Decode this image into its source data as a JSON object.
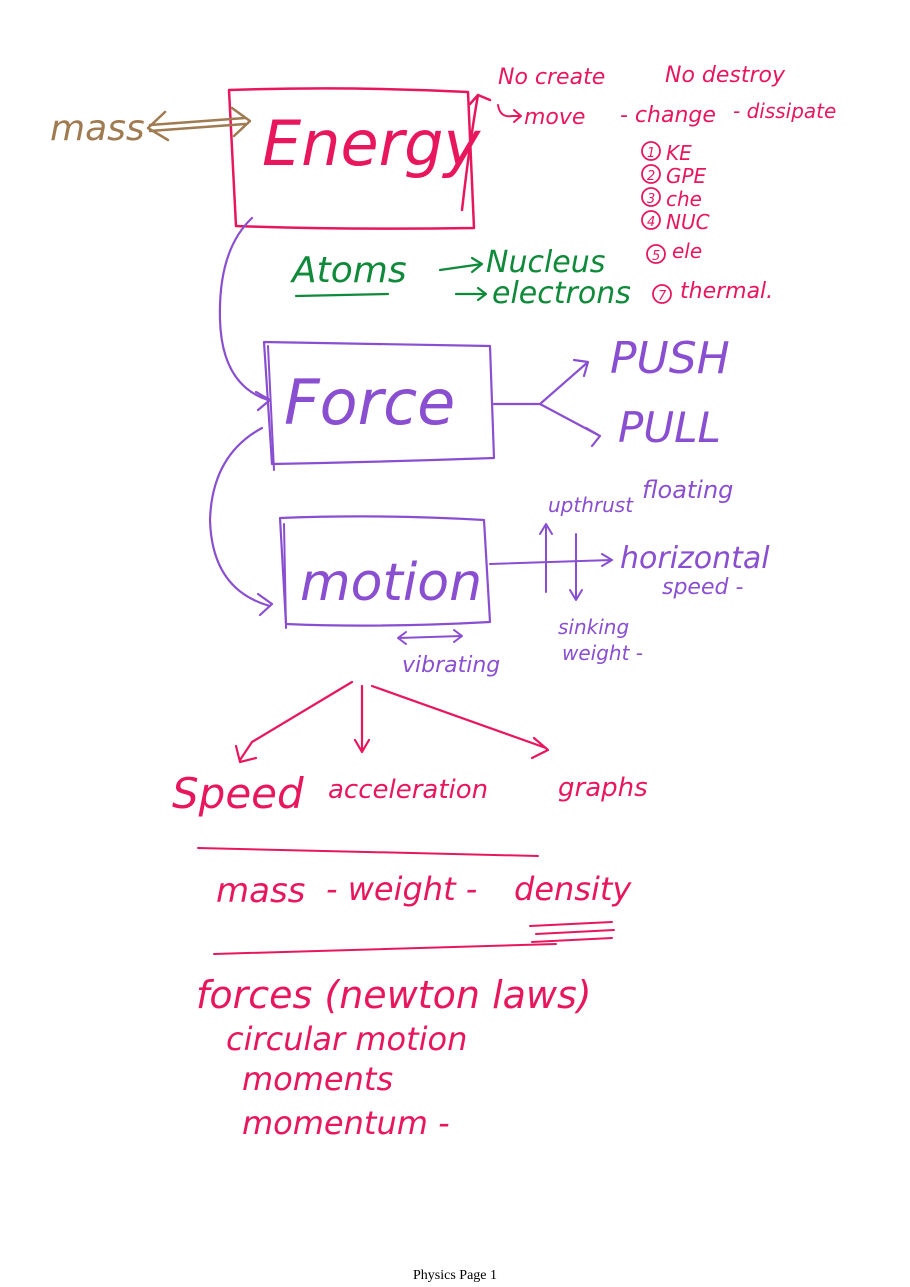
{
  "colors": {
    "pink": "#e8175d",
    "purple": "#8a4fd0",
    "green": "#0f8a3a",
    "brown": "#a07a50"
  },
  "notes": {
    "mass_left": "mass",
    "energy": "Energy",
    "energy_notes": {
      "no_create": "No create",
      "no_destroy": "No destroy",
      "move": "move",
      "change": "- change",
      "dissipate": "- dissipate",
      "list": [
        "KE",
        "GPE",
        "che",
        "NUC",
        "ele",
        "thermal."
      ],
      "list_numbers": [
        "1",
        "2",
        "3",
        "4",
        "5",
        "7"
      ]
    },
    "atoms": "Atoms",
    "nucleus": "Nucleus",
    "electrons": "electrons",
    "force": "Force",
    "push": "PUSH",
    "pull": "PULL",
    "motion": "motion",
    "upthrust": "upthrust",
    "floating": "floating",
    "horizontal": "horizontal",
    "speed_side": "speed -",
    "sinking": "sinking",
    "weight_side": "weight -",
    "vibrating": "vibrating",
    "speed": "Speed",
    "acceleration": "acceleration",
    "graphs": "graphs",
    "mass_weight_density": {
      "mass": "mass",
      "weight": "- weight -",
      "density": "density"
    },
    "forces": "forces (newton laws)",
    "circular": "circular motion",
    "moments": "moments",
    "momentum": "momentum -"
  },
  "footer": "Physics Page 1"
}
